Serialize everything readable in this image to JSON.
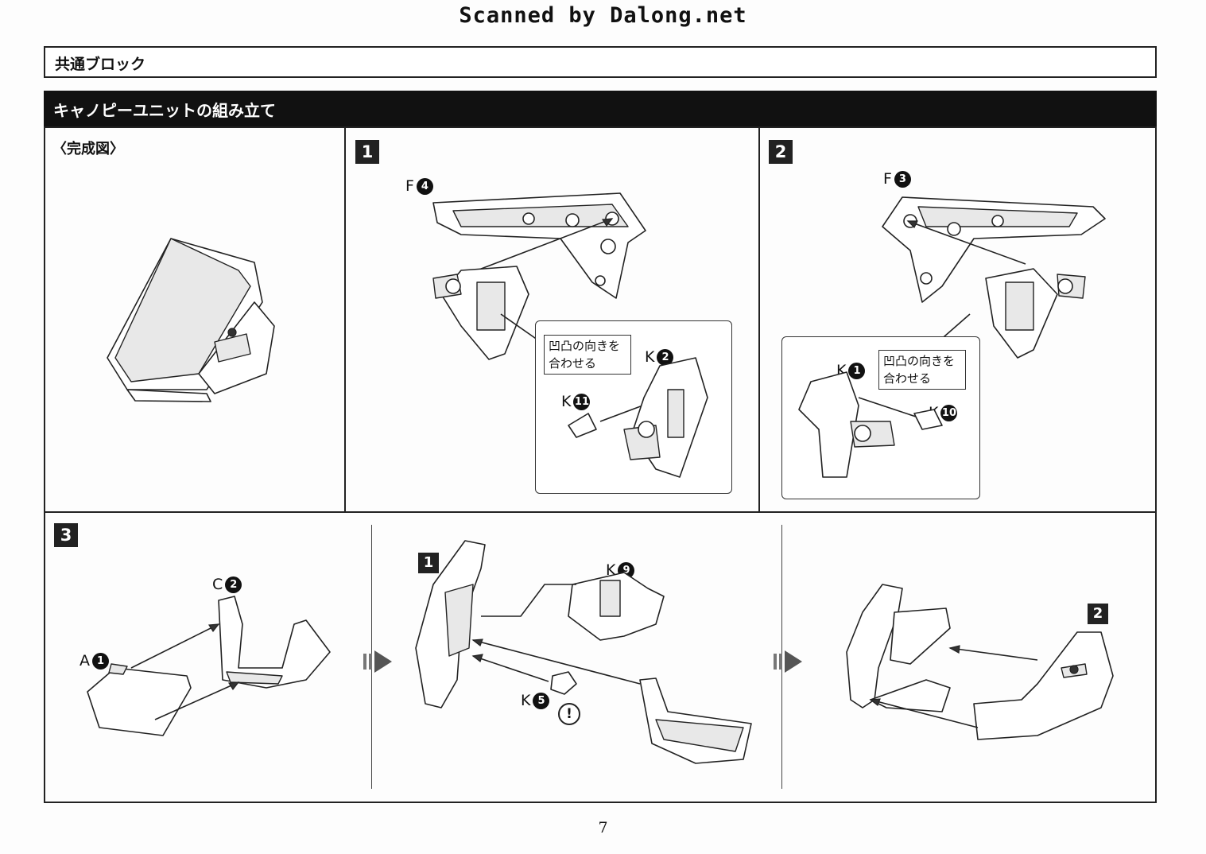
{
  "header": {
    "credit": "Scanned by Dalong.net"
  },
  "section": {
    "title": "共通ブロック"
  },
  "unit": {
    "title": "キャノピーユニットの組み立て"
  },
  "completed": {
    "label": "〈完成図〉"
  },
  "steps": {
    "s1": {
      "badge": "1",
      "part_top_letter": "F",
      "part_top_num": "4",
      "part_a_letter": "K",
      "part_a_num": "2",
      "part_b_letter": "K",
      "part_b_num": "11",
      "note": [
        "凹凸の向きを",
        "合わせる"
      ]
    },
    "s2": {
      "badge": "2",
      "part_top_letter": "F",
      "part_top_num": "3",
      "part_a_letter": "K",
      "part_a_num": "1",
      "part_b_letter": "K",
      "part_b_num": "10",
      "note": [
        "凹凸の向きを",
        "合わせる"
      ]
    },
    "s3": {
      "badge": "3",
      "a_letter": "A",
      "a_num": "1",
      "c_letter": "C",
      "c_num": "2",
      "sub1": "1",
      "k9_letter": "K",
      "k9_num": "9",
      "k5_letter": "K",
      "k5_num": "5",
      "caution": "!",
      "sub2": "2"
    }
  },
  "page": {
    "number": "7"
  }
}
